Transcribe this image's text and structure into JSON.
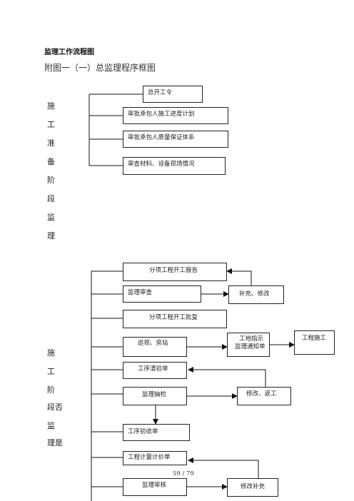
{
  "header": {
    "title": "监理工作流程图",
    "subtitle": "附图一（一）总监理程序框图"
  },
  "section1": {
    "label_chars": [
      "施",
      "工",
      "准",
      "备",
      "阶",
      "段",
      "监",
      "理"
    ],
    "boxes": [
      "总开工令",
      "审批承包人施工进度计划",
      "审批承包人质量保证体系",
      "审查材料、设备现场情况"
    ]
  },
  "section2": {
    "label_chars": [
      "施",
      "工",
      "阶",
      "段否",
      "监",
      "理是"
    ],
    "boxes": {
      "report": "分项工程开工报告",
      "review": "监理审查",
      "supplement": "补充、修改",
      "approval": "分项工程开工批复",
      "patrol": "巡视、旁站",
      "notice_line1": "工地指示",
      "notice_line2": "监理通知单",
      "construction": "工程施工",
      "process_check": "工序清验单",
      "sampling": "监理抽检",
      "rework": "修改、返工",
      "acceptance": "工序验收单",
      "measurement": "工程计量计价单",
      "audit": "监理审核",
      "revise": "修改补充"
    }
  },
  "footer": {
    "page": "59 / 79"
  }
}
